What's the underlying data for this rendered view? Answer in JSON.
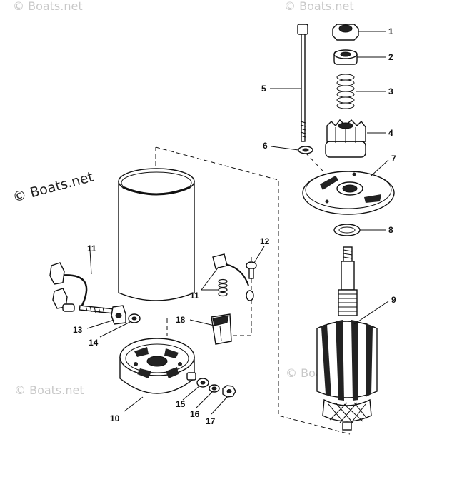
{
  "watermarks": {
    "top_left": "© Boats.net",
    "top_right": "© Boats.net",
    "main": "© Boats.net",
    "bottom_left": "© Boats.net",
    "bottom_right": "© Boats.net"
  },
  "callouts": {
    "c1": "1",
    "c2": "2",
    "c3": "3",
    "c4": "4",
    "c5": "5",
    "c6": "6",
    "c7": "7",
    "c8": "8",
    "c9": "9",
    "c10": "10",
    "c11a": "11",
    "c11b": "11",
    "c12": "12",
    "c13": "13",
    "c14": "14",
    "c15": "15",
    "c16": "16",
    "c17": "17",
    "c18": "18"
  }
}
